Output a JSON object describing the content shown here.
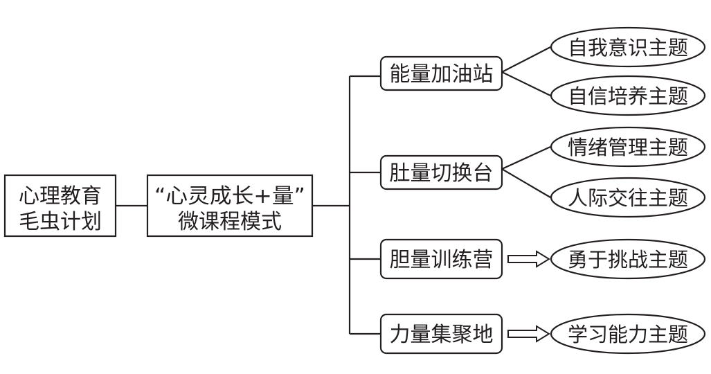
{
  "root": {
    "lines": [
      "心理教育",
      "毛虫计划"
    ]
  },
  "mode": {
    "lines": [
      "“心灵成长+量”",
      "微课程模式"
    ]
  },
  "modules": [
    {
      "label": "能量加油站",
      "topics": [
        "自我意识主题",
        "自信培养主题"
      ]
    },
    {
      "label": "肚量切换台",
      "topics": [
        "情绪管理主题",
        "人际交往主题"
      ]
    },
    {
      "label": "胆量训练营",
      "topics": [
        "勇于挑战主题"
      ]
    },
    {
      "label": "力量集聚地",
      "topics": [
        "学习能力主题"
      ]
    }
  ],
  "colors": {
    "stroke": "#231f20",
    "fill": "#ffffff"
  }
}
